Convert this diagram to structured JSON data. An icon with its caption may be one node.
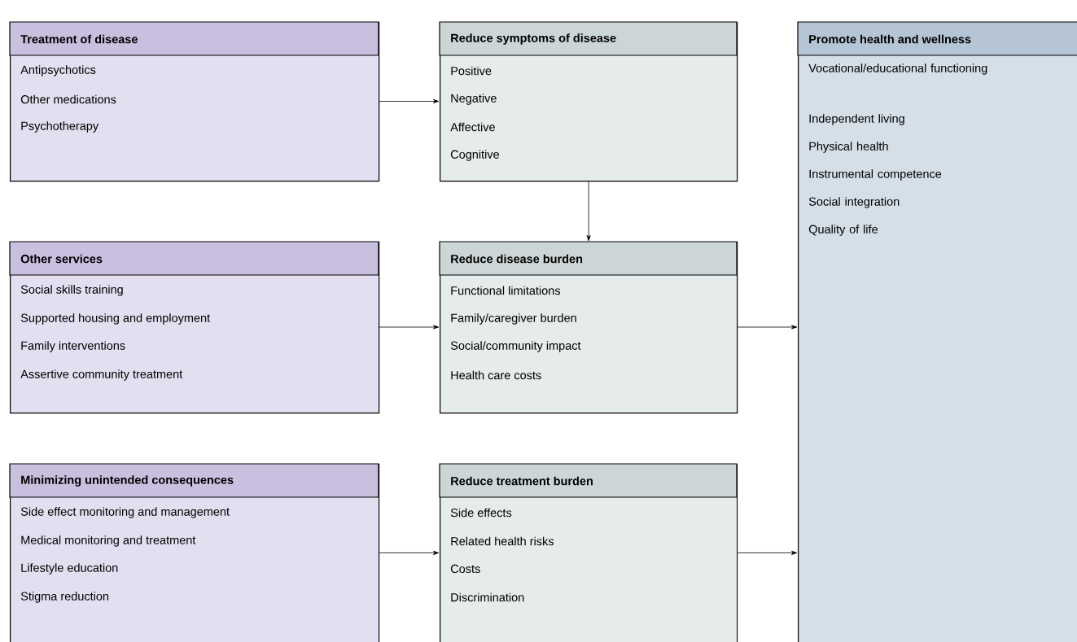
{
  "diagram": {
    "nodes": [
      {
        "text": [
          "Treatment of disease",
          "Antipsychotics",
          "Other medications",
          "Psychotherapy"
        ]
      },
      {
        "text": [
          "Reduce symptoms of disease",
          "Positive",
          "Negative",
          "Affective",
          "Cognitive"
        ]
      },
      {
        "text": [
          "Promote health and wellness",
          "Vocational/educational functioning",
          "Independent living",
          "Physical health",
          "Instrumental competence",
          "Social integration",
          "Quality of life"
        ]
      },
      {
        "text": [
          "Other services",
          "Social skills training",
          "Supported housing and employment",
          "Family interventions",
          "Assertive community treatment"
        ]
      },
      {
        "text": [
          "Reduce disease burden",
          "Functional limitations",
          "Family/caregiver burden",
          "Social/community impact",
          "Health care costs"
        ]
      },
      {
        "text": [
          "Minimizing unintended consequences",
          "Side effect monitoring and management",
          "Medical monitoring and treatment",
          "Lifestyle education",
          "Stigma reduction"
        ]
      },
      {
        "text": [
          "Reduce treatment burden",
          "Side effects",
          "Related health risks",
          "Costs",
          "Discrimination"
        ]
      }
    ],
    "edges": [
      {
        "from": 0,
        "to": 1,
        "arrow": "to"
      },
      {
        "from": 1,
        "to": 4,
        "arrow": "to"
      },
      {
        "from": 3,
        "to": 4,
        "arrow": "to"
      },
      {
        "from": 4,
        "to": 2,
        "arrow": "to"
      },
      {
        "from": 5,
        "to": 6,
        "arrow": "to"
      },
      {
        "from": 6,
        "to": 2,
        "arrow": "to"
      }
    ]
  }
}
